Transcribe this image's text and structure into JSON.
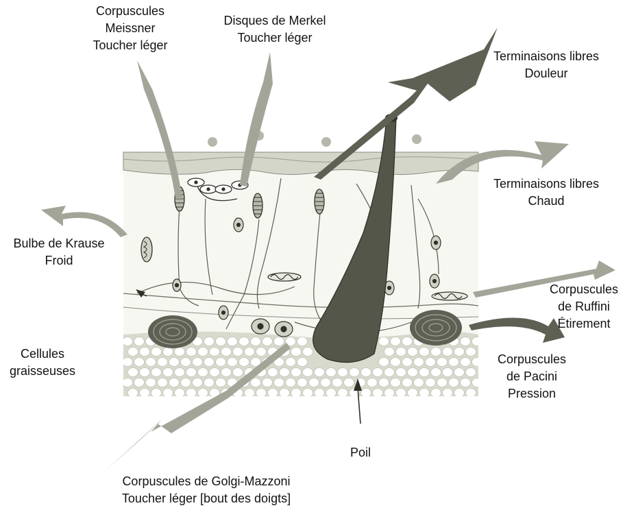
{
  "labels": {
    "meissner": [
      "Corpuscules",
      "Meissner",
      "Toucher léger"
    ],
    "merkel": [
      "Disques de Merkel",
      "Toucher léger"
    ],
    "free_pain": [
      "Terminaisons libres",
      "Douleur"
    ],
    "free_heat": [
      "Terminaisons libres",
      "Chaud"
    ],
    "krause": [
      "Bulbe de Krause",
      "Froid"
    ],
    "ruffini": [
      "Corpuscules",
      "de Ruffini",
      "Étirement"
    ],
    "fat": [
      "Cellules",
      "graisseuses"
    ],
    "pacini": [
      "Corpuscules",
      "de Pacini",
      "Pression"
    ],
    "hair": [
      "Poil"
    ],
    "golgi": [
      "Corpuscules de Golgi-Mazzoni",
      "Toucher léger [bout des doigts]"
    ]
  },
  "colors": {
    "skin_top": "#d3d6c8",
    "dermis": "#f5f6f0",
    "fat_layer": "#d8dacd",
    "hair": "#545649",
    "arrow_light": "#a3a599",
    "arrow_dark": "#5e6054",
    "outline": "#2f3128"
  }
}
